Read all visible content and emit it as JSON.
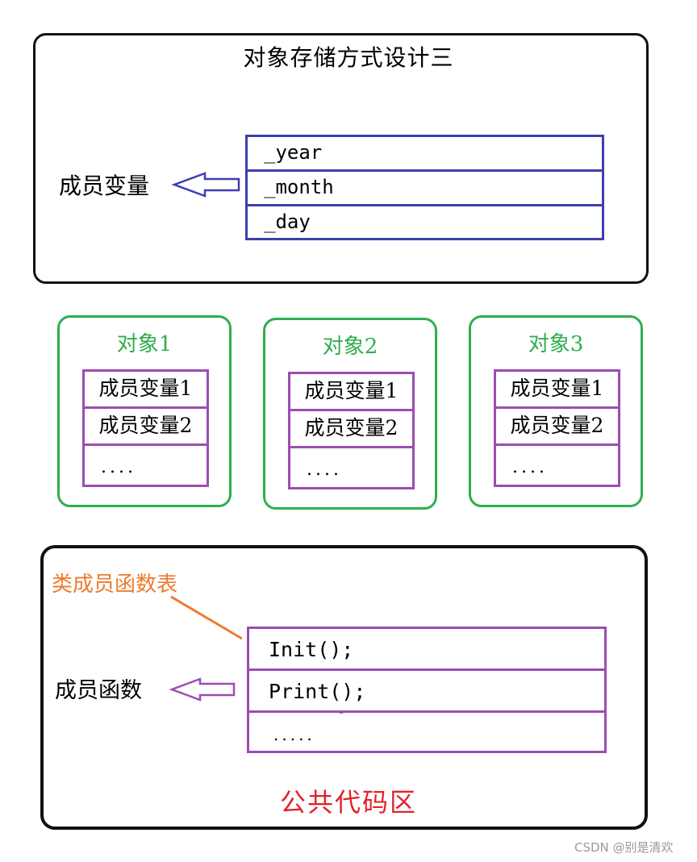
{
  "top": {
    "title": "对象存储方式设计三",
    "member_var_label": "成员变量",
    "vars": [
      "_year",
      "_month",
      "_day"
    ]
  },
  "objects": [
    {
      "title": "对象1",
      "rows": [
        "成员变量1",
        "成员变量2",
        "...."
      ]
    },
    {
      "title": "对象2",
      "rows": [
        "成员变量1",
        "成员变量2",
        "...."
      ]
    },
    {
      "title": "对象3",
      "rows": [
        "成员变量1",
        "成员变量2",
        "...."
      ]
    }
  ],
  "bottom": {
    "class_fn_table_label": "类成员函数表",
    "member_fn_label": "成员函数",
    "functions": [
      "Init();",
      "Print();",
      "....."
    ],
    "code_area_label": "公共代码区"
  },
  "watermark": "CSDN @别是清欢",
  "colors": {
    "var_table_border": "#3f3fae",
    "object_border": "#2fae4f",
    "object_title": "#2fae4f",
    "row_border": "#9b4db2",
    "class_fn_label": "#ee7a2d",
    "code_area_label": "#e1242a"
  }
}
